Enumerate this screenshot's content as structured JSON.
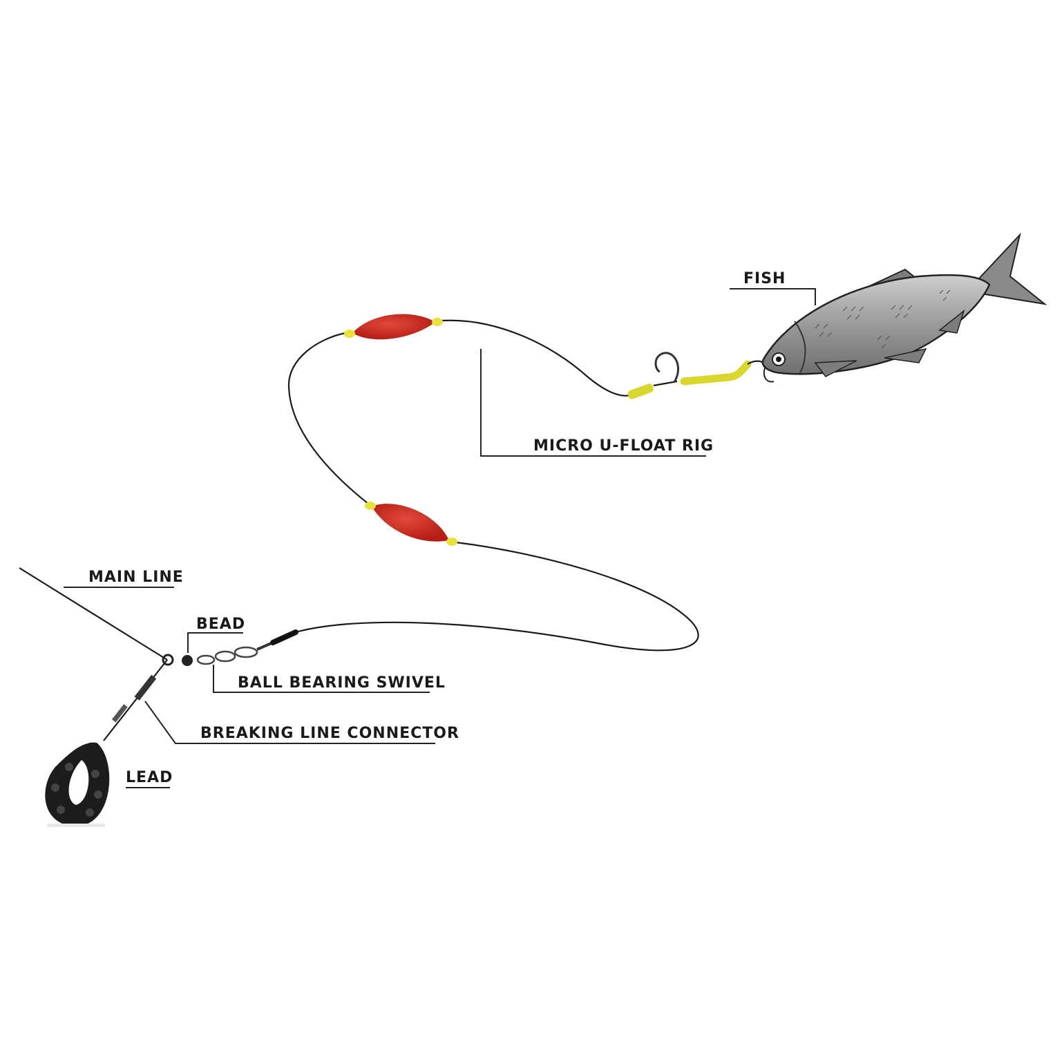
{
  "labels": {
    "fish": "FISH",
    "micro_u_float_rig": "MICRO U-FLOAT RIG",
    "main_line": "MAIN LINE",
    "bead": "BEAD",
    "ball_bearing_swivel": "BALL BEARING SWIVEL",
    "breaking_line_connector": "BREAKING LINE CONNECTOR",
    "lead": "LEAD"
  },
  "colors": {
    "float_red": "#c0231b",
    "float_beads": "#e8e23a",
    "hook_sleeve": "#d9d62e",
    "lead_body": "#1c1c1c",
    "fish_body": "#9a9a9a"
  }
}
